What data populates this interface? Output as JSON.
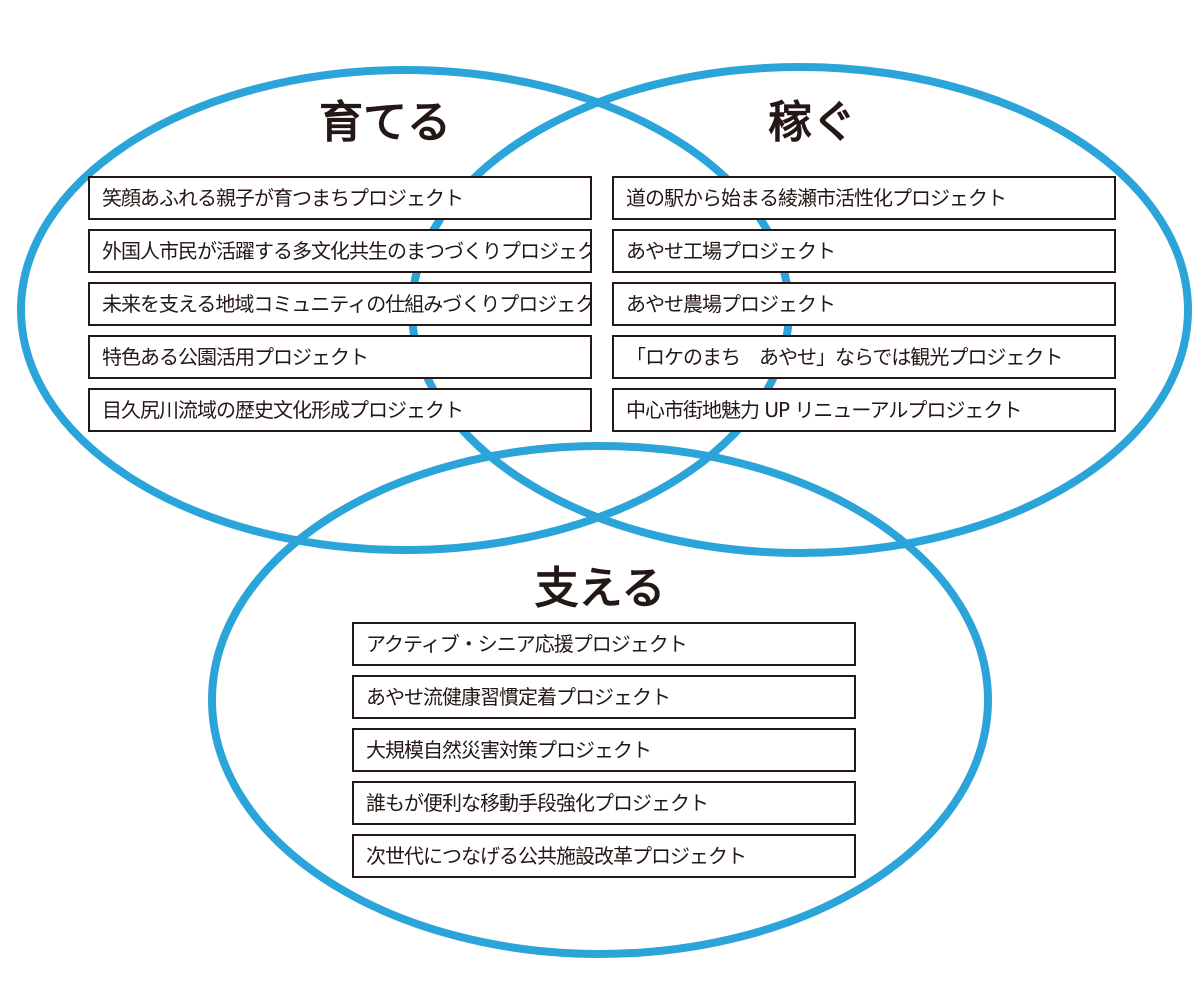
{
  "colors": {
    "circle": "#2ba4d9",
    "box_border": "#231815",
    "text": "#231815"
  },
  "groups": {
    "sodateru": {
      "title": "育てる",
      "items": [
        "笑顔あふれる親子が育つまちプロジェクト",
        "外国人市民が活躍する多文化共生のまつづくりプロジェクト",
        "未来を支える地域コミュニティの仕組みづくりプロジェクト",
        "特色ある公園活用プロジェクト",
        "目久尻川流域の歴史文化形成プロジェクト"
      ]
    },
    "kasegu": {
      "title": "稼ぐ",
      "items": [
        "道の駅から始まる綾瀬市活性化プロジェクト",
        "あやせ工場プロジェクト",
        "あやせ農場プロジェクト",
        "「ロケのまち　あやせ」ならでは観光プロジェクト",
        "中心市街地魅力 UP リニューアルプロジェクト"
      ]
    },
    "sasaeru": {
      "title": "支える",
      "items": [
        "アクティブ・シニア応援プロジェクト",
        "あやせ流健康習慣定着プロジェクト",
        "大規模自然災害対策プロジェクト",
        "誰もが便利な移動手段強化プロジェクト",
        "次世代につなげる公共施設改革プロジェクト"
      ]
    }
  }
}
